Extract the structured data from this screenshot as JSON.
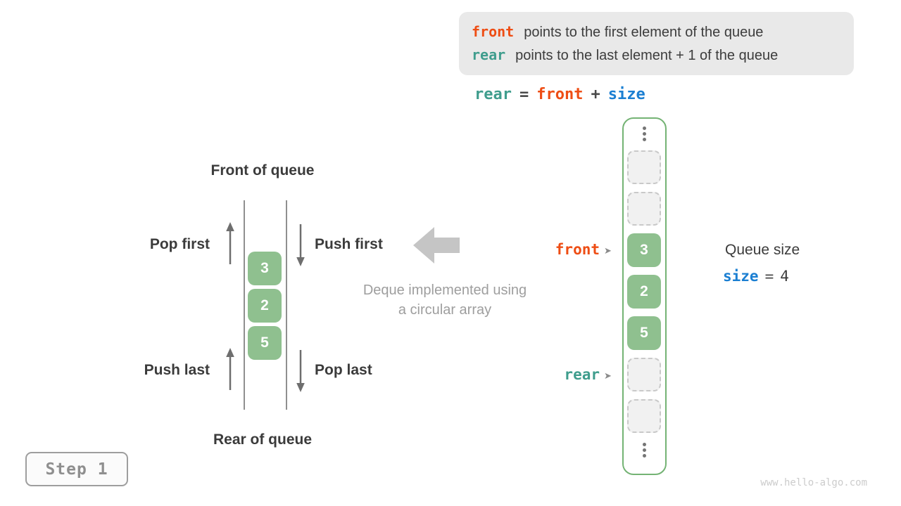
{
  "info_box": {
    "lines": [
      {
        "keyword": "front",
        "text": "points to the first element of the queue"
      },
      {
        "keyword": "rear",
        "text": "points to the last element + 1 of the queue"
      }
    ]
  },
  "equation": {
    "lhs": "rear",
    "eq": "=",
    "rhs1": "front",
    "plus": "+",
    "rhs2": "size"
  },
  "deque": {
    "front_label": "Front of queue",
    "rear_label": "Rear of queue",
    "pop_first": "Pop first",
    "push_first": "Push first",
    "push_last": "Push last",
    "pop_last": "Pop last",
    "values": [
      "3",
      "2",
      "5"
    ]
  },
  "caption": {
    "line1": "Deque implemented using",
    "line2": "a circular array"
  },
  "array": {
    "cells": [
      {
        "type": "empty",
        "value": ""
      },
      {
        "type": "empty",
        "value": ""
      },
      {
        "type": "filled",
        "value": "3"
      },
      {
        "type": "filled",
        "value": "2"
      },
      {
        "type": "filled",
        "value": "5"
      },
      {
        "type": "empty",
        "value": ""
      },
      {
        "type": "empty",
        "value": ""
      }
    ],
    "front_pointer": "front",
    "rear_pointer": "rear",
    "pointer_glyph": "➤"
  },
  "queue_size": {
    "title": "Queue size",
    "var": "size",
    "eq": "=",
    "value": "4"
  },
  "step_badge": {
    "label": "Step 1"
  },
  "watermark": {
    "text": "www.hello-algo.com"
  },
  "colors": {
    "front": "#ee4d14",
    "rear": "#3f9d8d",
    "size": "#1b7fd2",
    "cell_green": "#8fc08f",
    "frame_green": "#74b374",
    "info_box_bg": "#e9e9e9",
    "caption_gray": "#9e9e9e"
  }
}
